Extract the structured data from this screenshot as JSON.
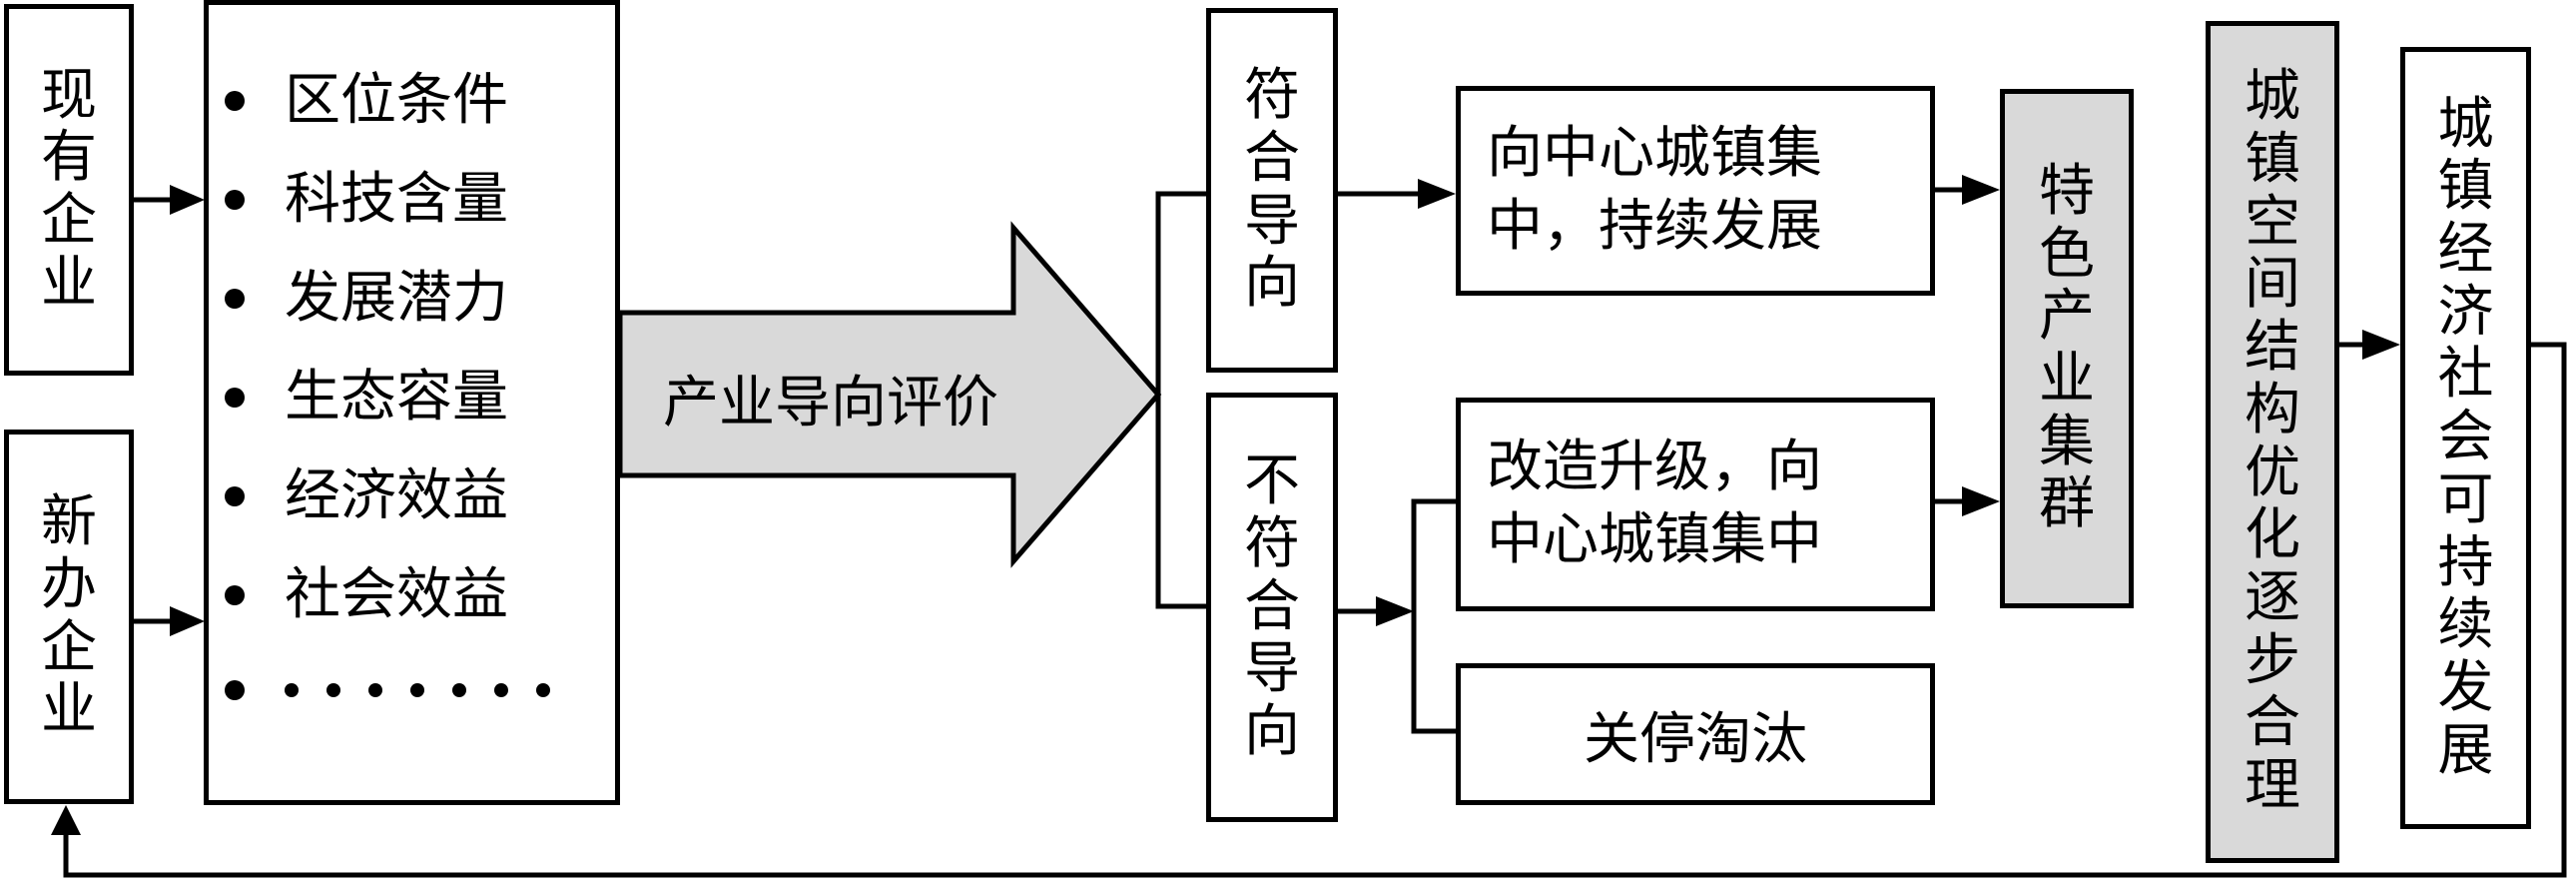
{
  "boxes": {
    "existing": "现有企业",
    "new": "新办企业",
    "criteria": [
      "区位条件",
      "科技含量",
      "发展潜力",
      "生态容量",
      "经济效益",
      "社会效益"
    ],
    "evaluation": "产业导向评价",
    "conform": "符合导向",
    "not_conform": "不符合导向",
    "concentrate": [
      "向中心城镇集",
      "中，持续发展"
    ],
    "upgrade": [
      "改造升级，向",
      "中心城镇集中"
    ],
    "shutdown": "关停淘汰",
    "cluster": "特色产业集群",
    "spatial": "城镇空间结构优化逐步合理",
    "sustainable": "城镇经济社会可持续发展"
  },
  "colors": {
    "stroke": "#000000",
    "fill_gray": "#d9d9d9",
    "fill_white": "#ffffff"
  }
}
